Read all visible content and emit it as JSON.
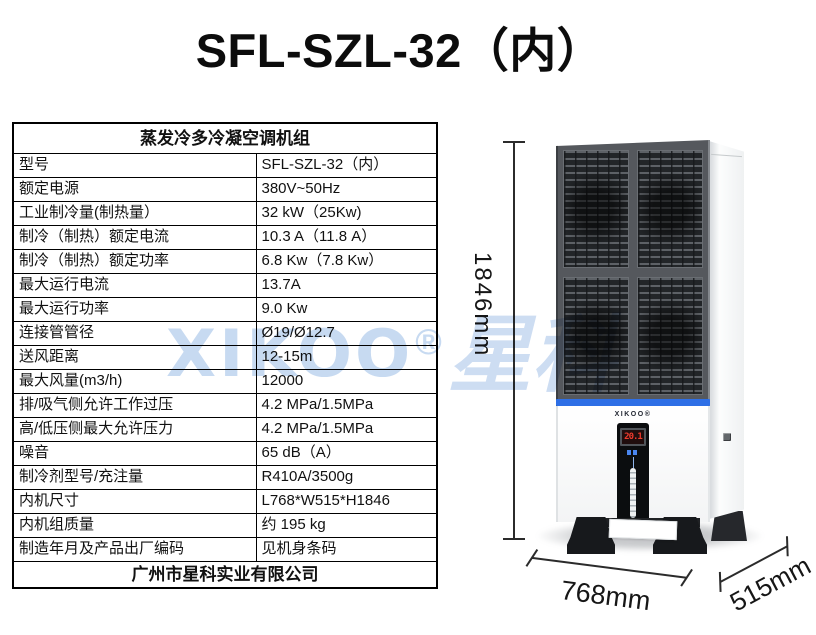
{
  "title": "SFL-SZL-32（内）",
  "table": {
    "header": "蒸发冷多冷凝空调机组",
    "rows": [
      {
        "label": "型号",
        "value": "SFL-SZL-32（内）"
      },
      {
        "label": "额定电源",
        "value": "380V~50Hz"
      },
      {
        "label": "工业制冷量(制热量）",
        "value": "32 kW（25Kw)"
      },
      {
        "label": "制冷（制热）额定电流",
        "value": "10.3 A（11.8 A）"
      },
      {
        "label": "制冷（制热）额定功率",
        "value": "6.8 Kw（7.8 Kw）"
      },
      {
        "label": "最大运行电流",
        "value": "13.7A"
      },
      {
        "label": "最大运行功率",
        "value": "9.0 Kw"
      },
      {
        "label": "连接管管径",
        "value": "Ø19/Ø12.7"
      },
      {
        "label": "送风距离",
        "value": "12-15m"
      },
      {
        "label": "最大风量(m3/h)",
        "value": "12000"
      },
      {
        "label": "排/吸气侧允许工作过压",
        "value": "4.2 MPa/1.5MPa"
      },
      {
        "label": "高/低压侧最大允许压力",
        "value": "4.2 MPa/1.5MPa"
      },
      {
        "label": "噪音",
        "value": "65 dB（A）"
      },
      {
        "label": "制冷剂型号/充注量",
        "value": "R410A/3500g"
      },
      {
        "label": "内机尺寸",
        "value": "L768*W515*H1846"
      },
      {
        "label": "内机组质量",
        "value": "约 195 kg"
      },
      {
        "label": "制造年月及产品出厂编码",
        "value": "见机身条码"
      }
    ],
    "footer": "广州市星科实业有限公司"
  },
  "product": {
    "brand": "XIKOO®",
    "display_value": "20.1",
    "dimensions": {
      "height": "1846mm",
      "width": "768mm",
      "depth": "515mm"
    }
  },
  "watermark": {
    "latin": "XIKOO",
    "reg": "®",
    "cn": "星科",
    "color": "#c7daf1"
  },
  "colors": {
    "accent_blue": "#2e6fe6",
    "display_red": "#ef3b2d",
    "grille_dark": "#17191c",
    "frame_gray": "#55585d"
  }
}
